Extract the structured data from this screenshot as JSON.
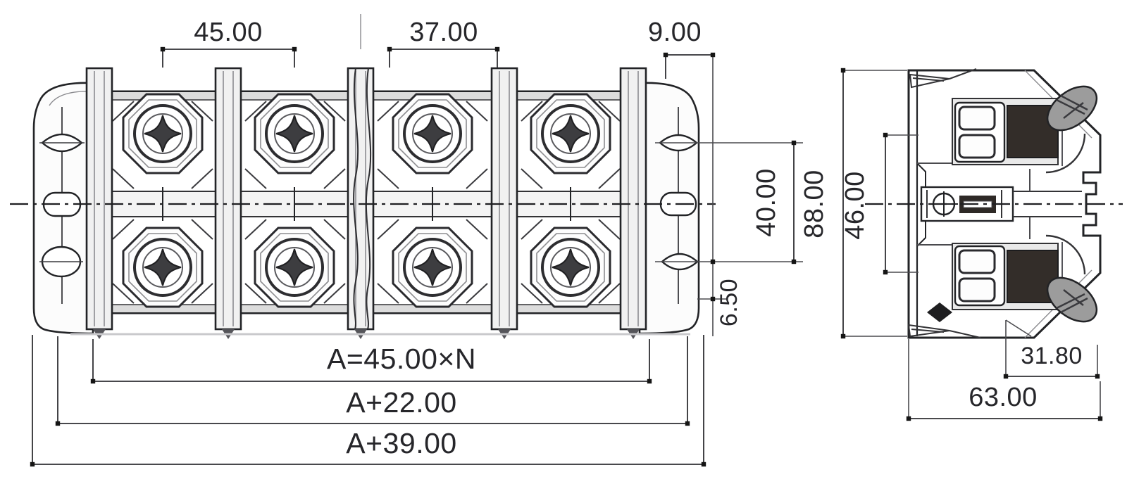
{
  "dims": {
    "pitch": "45.00",
    "opening": "37.00",
    "barrier_width": "9.00",
    "mount_hole_spacing": "40.00",
    "edge_offset": "6.50",
    "overall_height": "88.00",
    "body_height": "46.00",
    "upper_width": "31.80",
    "overall_width": "63.00",
    "length_formula": "A=45.00×N",
    "mount_length_formula": "A+22.00",
    "overall_length_formula": "A+39.00"
  },
  "colors": {
    "line": "#222326",
    "dimension": "#2f2f33",
    "fill_light": "#ececec",
    "fill_rail": "#dcdcdc",
    "fill_dark": "#332d29",
    "screw_hatch": "#9c9c9c",
    "background": "#ffffff"
  }
}
